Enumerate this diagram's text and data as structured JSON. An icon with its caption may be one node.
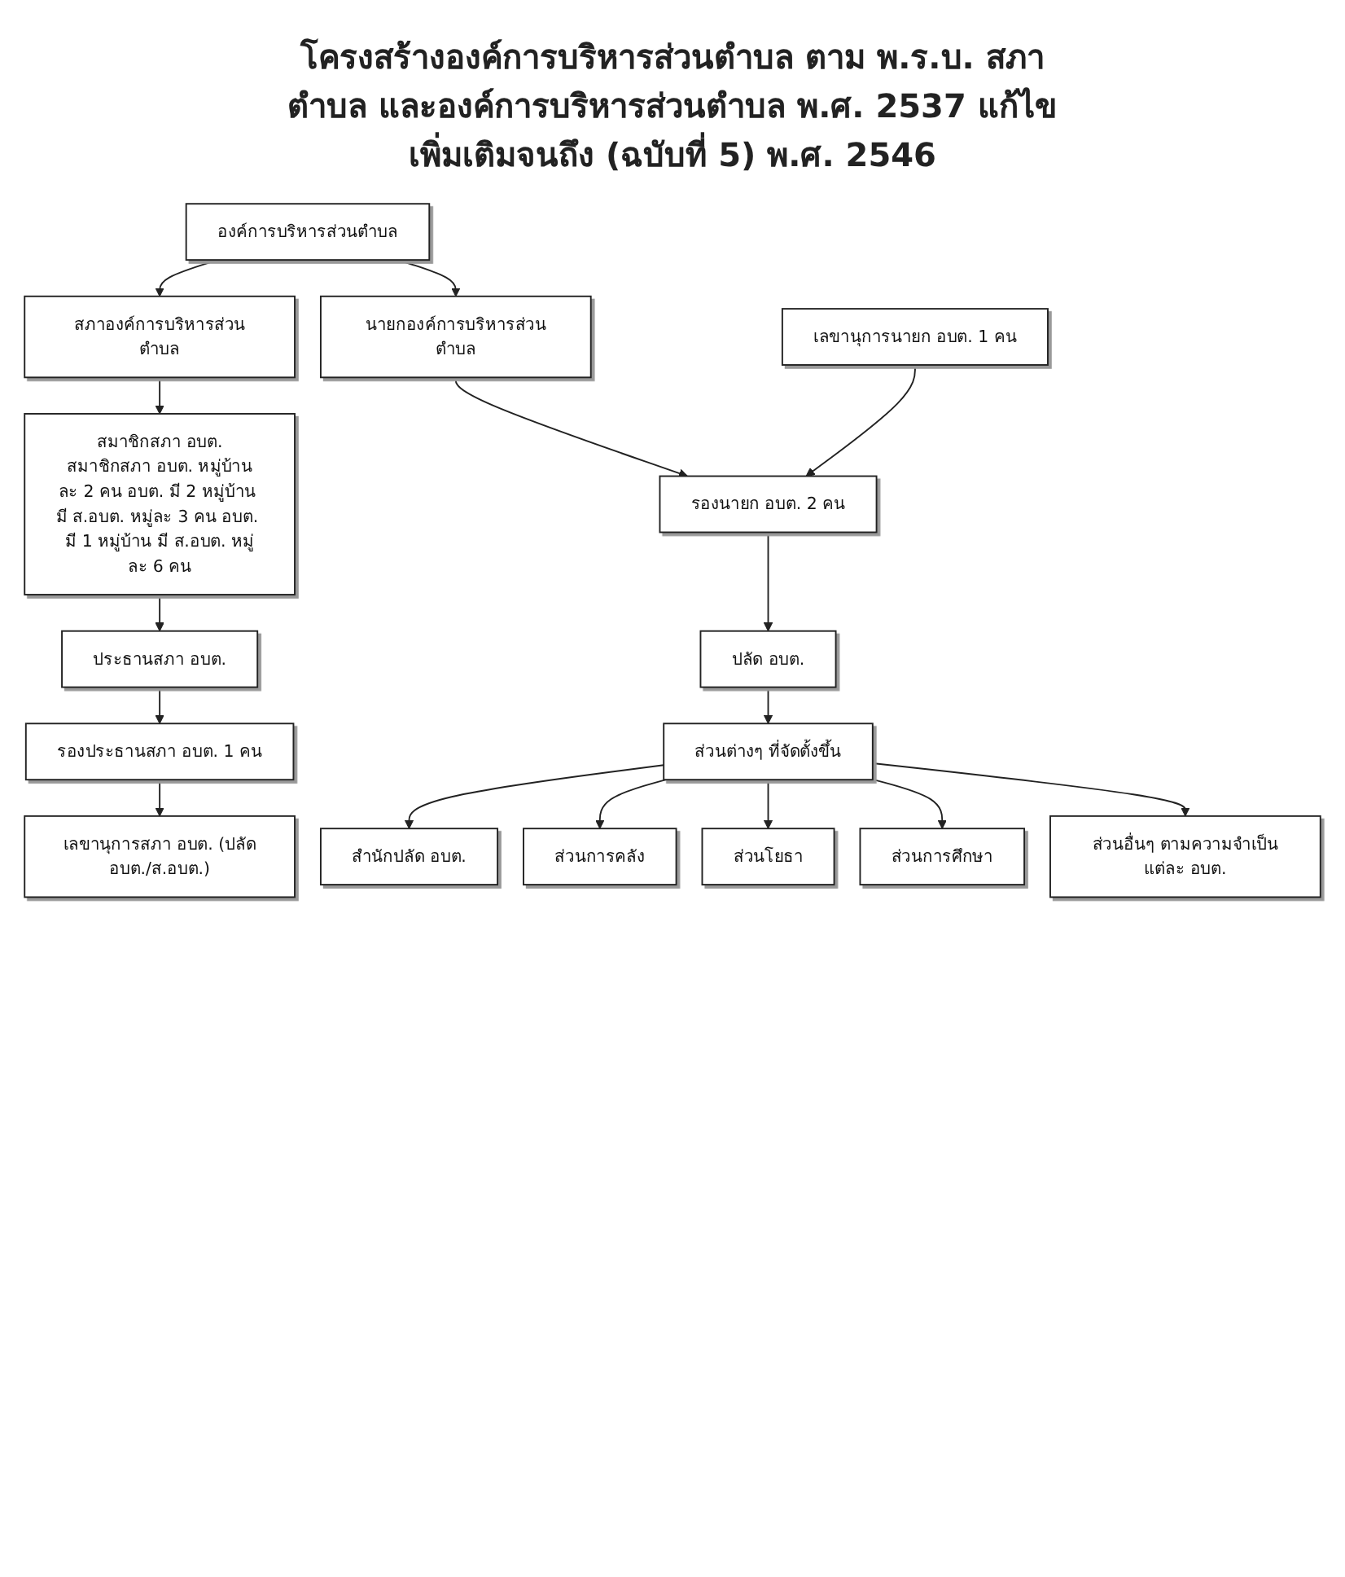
{
  "diagram": {
    "title": "โครงสร้างองค์การบริหารส่วนตำบล ตาม พ.ร.บ. สภาตำบล และองค์การบริหารส่วนตำบล พ.ศ. 2537 แก้ไขเพิ่มเติมจนถึง (ฉบับที่ 5) พ.ศ. 2546",
    "nodes": [
      {
        "text": [
          "องค์การบริหารส่วนตำบล"
        ]
      },
      {
        "text": [
          "สภาองค์การบริหารส่วนตำบล"
        ]
      },
      {
        "text": [
          "นายกองค์การบริหารส่วนตำบล"
        ]
      },
      {
        "text": [
          "สมาชิกสภา อบต.",
          "สมาชิกสภา อบต. หมู่บ้านละ 2 คน อบต. มี 2 หมู่บ้าน มี ส.อบต. หมู่ละ 3 คน อบต. มี 1 หมู่บ้าน มี ส.อบต. หมู่ละ 6 คน"
        ]
      },
      {
        "text": [
          "เลขานุการนายก อบต. 1 คน"
        ]
      },
      {
        "text": [
          "รองนายก อบต. 2 คน"
        ]
      },
      {
        "text": [
          "ปลัด อบต."
        ]
      },
      {
        "text": [
          "ประธานสภา อบต."
        ]
      },
      {
        "text": [
          "ส่วนต่างๆ ที่จัดตั้งขึ้น"
        ]
      },
      {
        "text": [
          "รองประธานสภา อบต. 1 คน"
        ]
      },
      {
        "text": [
          "เลขานุการสภา อบต. (ปลัดอบต./ส.อบต.)"
        ]
      },
      {
        "text": [
          "สำนักปลัด อบต."
        ]
      },
      {
        "text": [
          "ส่วนการคลัง"
        ]
      },
      {
        "text": [
          "ส่วนโยธา"
        ]
      },
      {
        "text": [
          "ส่วนการศึกษา"
        ]
      },
      {
        "text": [
          "ส่วนอื่นๆ ตามความจำเป็นแต่ละ อบต."
        ]
      }
    ],
    "edges": [
      {
        "from": 0,
        "to": 1,
        "arrow": "to"
      },
      {
        "from": 0,
        "to": 2,
        "arrow": "to"
      },
      {
        "from": 1,
        "to": 3,
        "arrow": "to"
      },
      {
        "from": 2,
        "to": 5,
        "arrow": "to"
      },
      {
        "from": 4,
        "to": 5,
        "arrow": "to"
      },
      {
        "from": 3,
        "to": 7,
        "arrow": "to"
      },
      {
        "from": 5,
        "to": 6,
        "arrow": "to"
      },
      {
        "from": 7,
        "to": 9,
        "arrow": "to"
      },
      {
        "from": 6,
        "to": 8,
        "arrow": "to"
      },
      {
        "from": 9,
        "to": 10,
        "arrow": "to"
      },
      {
        "from": 8,
        "to": 11,
        "arrow": "to"
      },
      {
        "from": 8,
        "to": 12,
        "arrow": "to"
      },
      {
        "from": 8,
        "to": 13,
        "arrow": "to"
      },
      {
        "from": 8,
        "to": 14,
        "arrow": "to"
      },
      {
        "from": 8,
        "to": 15,
        "arrow": "to"
      }
    ]
  }
}
